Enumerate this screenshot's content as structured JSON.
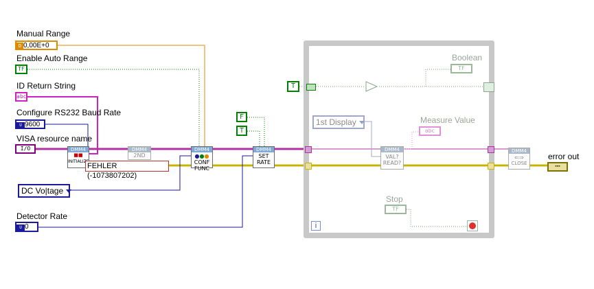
{
  "controls": {
    "manual_range": {
      "label": "Manual Range",
      "type_tag": "DBL",
      "value": "0,00E+0"
    },
    "enable_auto_range": {
      "label": "Enable Auto Range",
      "type_tag": "TF"
    },
    "id_return_string": {
      "label": "ID Return String",
      "type_tag": "abc"
    },
    "baud_rate": {
      "label": "Configure RS232 Baud Rate",
      "type_tag": "U16",
      "value": "9600"
    },
    "visa_resource": {
      "label": "VISA resource name",
      "type_tag": "I/O"
    },
    "dc_voltage": {
      "value": "DC Vo|tage"
    },
    "detector_rate": {
      "label": "Detector Rate",
      "type_tag": "U16",
      "value": "0"
    },
    "f_const": {
      "value": "F"
    },
    "t_const_1": {
      "value": "T"
    },
    "t_const_2": {
      "value": "T"
    }
  },
  "subvis": {
    "initialize": {
      "header": "DMM4",
      "text": "INITIALIZE"
    },
    "second": {
      "header": "DMM4",
      "text": "2ND"
    },
    "conf_func": {
      "header": "DMM4",
      "text": "CONF FUNC"
    },
    "set_rate": {
      "header": "DMM4",
      "text": "SET RATE"
    },
    "val_read": {
      "header": "DMM4",
      "text": "VAL? READ?"
    },
    "close": {
      "header": "DMM4",
      "text": "CLOSE"
    }
  },
  "error_box": {
    "text": "FEHLER (-1073807202)"
  },
  "loop": {
    "display_ring": "1st Display",
    "iteration_tag": "i"
  },
  "indicators": {
    "boolean": {
      "label": "Boolean",
      "type_tag": "TF"
    },
    "measure_value": {
      "label": "Measure Value",
      "type_tag": "abc"
    },
    "stop": {
      "label": "Stop",
      "type_tag": "TF"
    },
    "error_out": {
      "label": "error out"
    }
  },
  "colors": {
    "error_wire": "#c8b400",
    "visa_wire": "#b030a0",
    "string_wire": "#d020c0",
    "numeric_wire": "#e08a00",
    "bool_wire": "#008000",
    "int_wire": "#1a1a9a",
    "loop_border": "#c8c8c8"
  }
}
